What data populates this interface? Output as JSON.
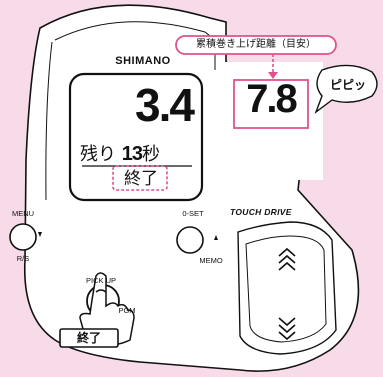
{
  "device": {
    "brand": "SHIMANO",
    "model_label": "TOUCH DRIVE"
  },
  "display": {
    "distance": "3.4",
    "countdown_prefix": "残り",
    "countdown_value": "13",
    "countdown_unit": "秒",
    "end_label": "終了"
  },
  "callout": {
    "title": "累積巻き上げ距離（目安）",
    "value": "7.8",
    "sound": "ピピッ"
  },
  "buttons": {
    "menu_top": "MENU",
    "menu_bottom": "R/S",
    "oset_top": "0-SET",
    "oset_bottom": "MEMO",
    "pickup_top": "PICK UP",
    "pickup_bottom": "PGM"
  },
  "finger_label": "終了",
  "colors": {
    "background": "#f7dbe9",
    "accent": "#e0528f",
    "device_body": "#ffffff",
    "outline": "#111111"
  }
}
